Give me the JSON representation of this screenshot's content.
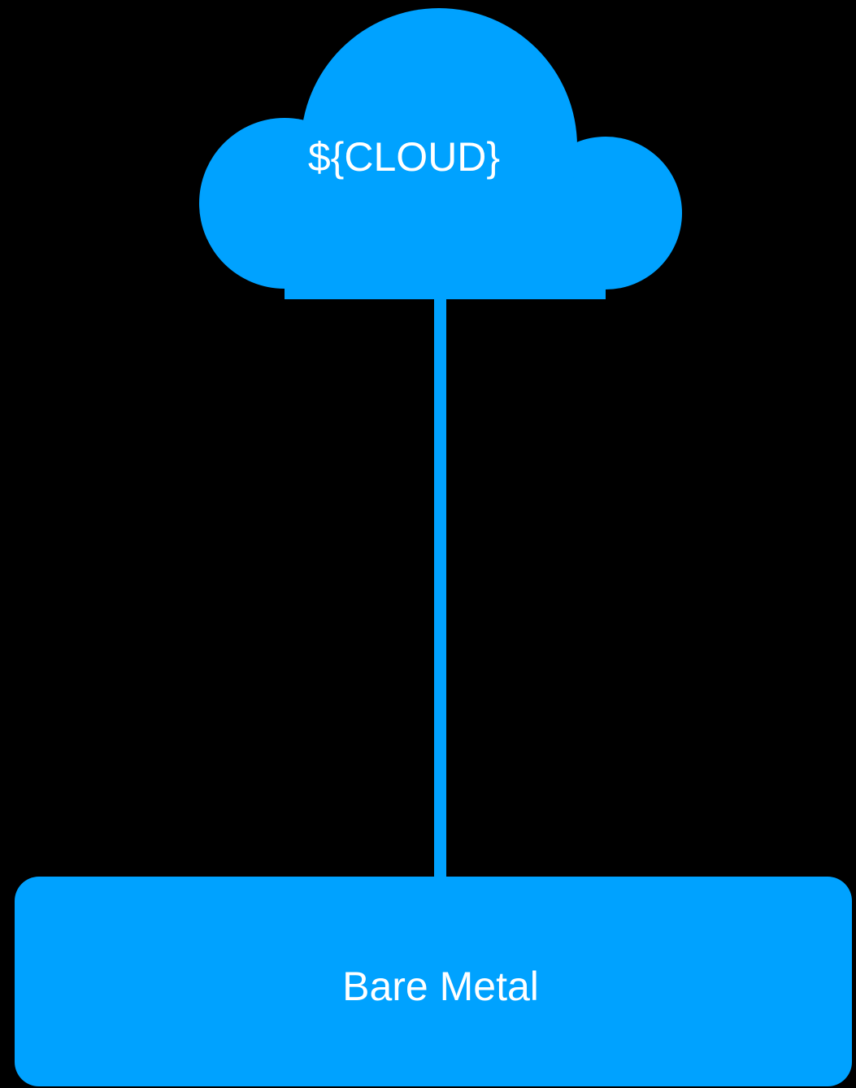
{
  "colors": {
    "background": "#000000",
    "accent": "#00a2ff",
    "label": "#ffffff"
  },
  "diagram": {
    "cloud": {
      "shape": "cloud",
      "label": "${CLOUD}"
    },
    "connector": {
      "from": "cloud",
      "to": "bare_metal"
    },
    "bare_metal": {
      "shape": "rounded-rectangle",
      "label": "Bare Metal"
    }
  }
}
